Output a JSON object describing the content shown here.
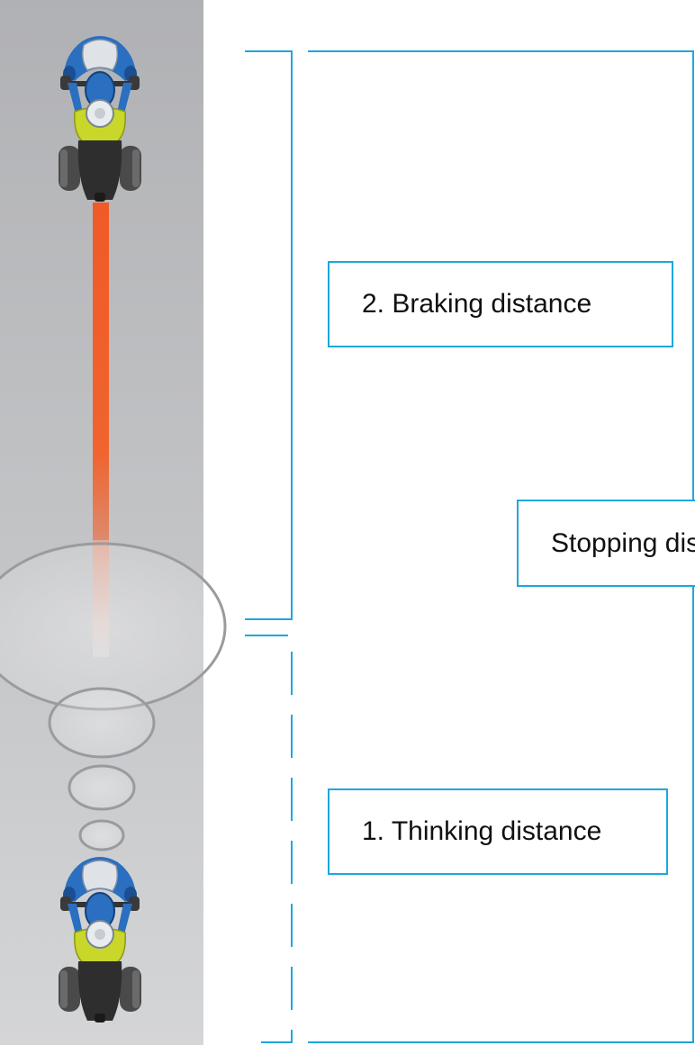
{
  "labels": {
    "braking": "2. Braking distance",
    "thinking": "1. Thinking distance",
    "stopping": "Stopping distance"
  },
  "colors": {
    "road": "#b3b4b7",
    "bracket": "#1ea7dc",
    "braking_trail": "#f05a28",
    "helmet_blue": "#2a6fc0",
    "jacket_yellow": "#c8d72a"
  },
  "icons": [
    "motorcycle-top-view-icon",
    "thought-bubble-icon"
  ]
}
